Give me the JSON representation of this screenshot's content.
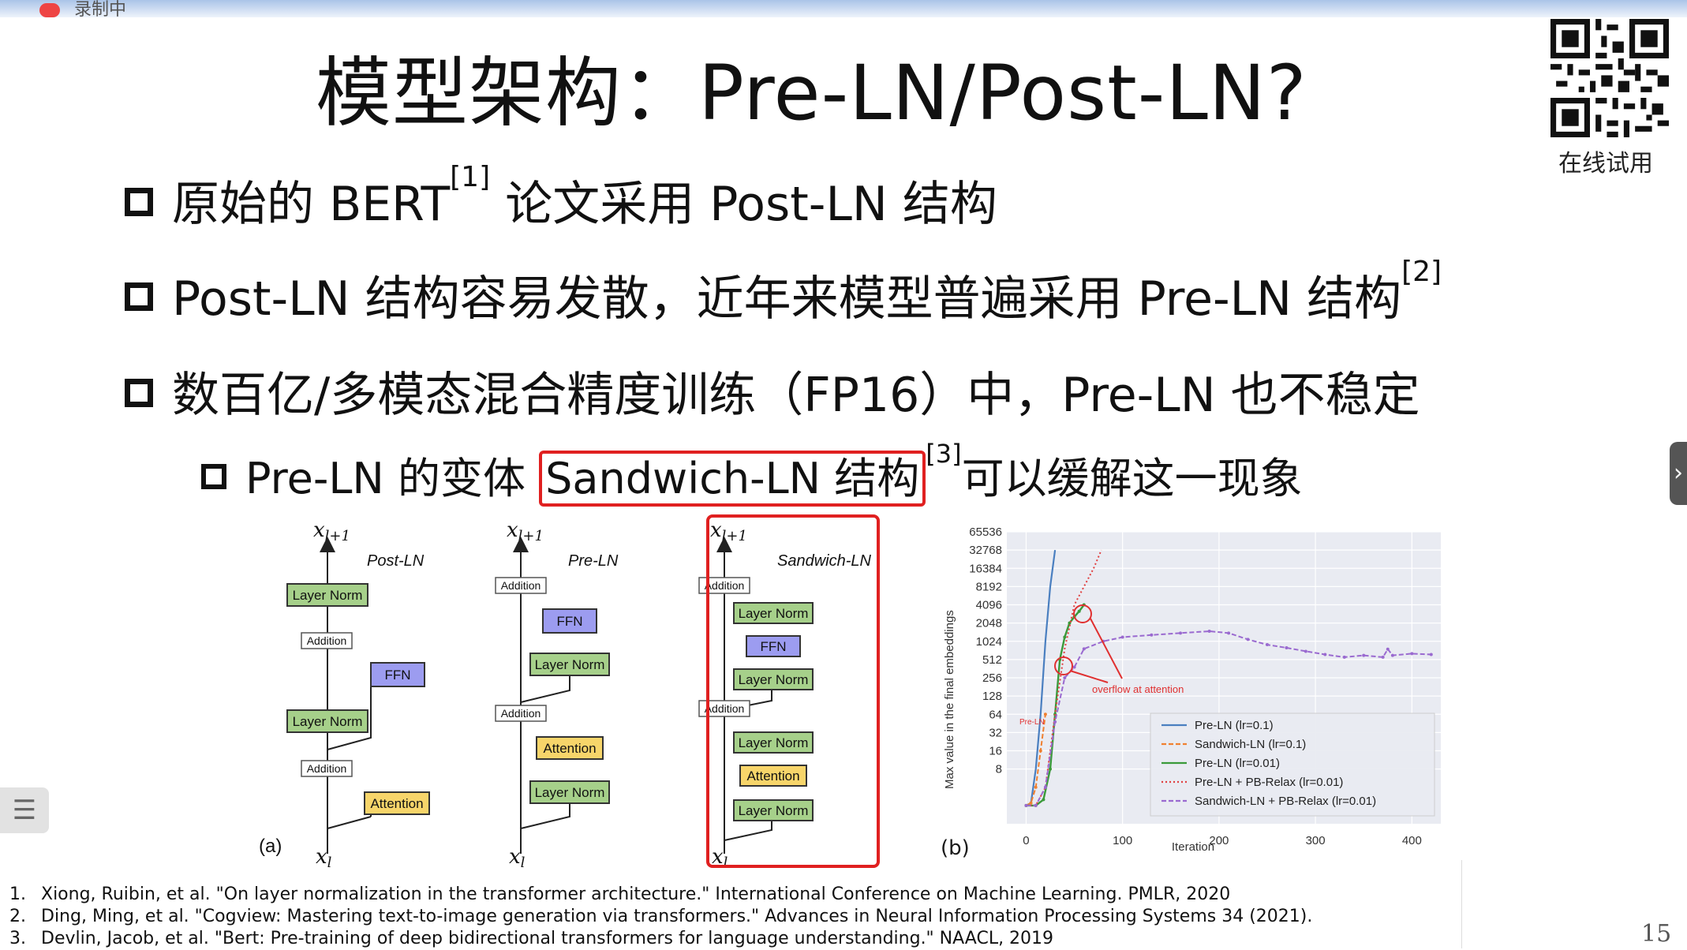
{
  "recording": {
    "label": "录制中"
  },
  "slide": {
    "title": "模型架构：Pre-LN/Post-LN?",
    "qr_caption": "在线试用",
    "page_number": "15",
    "bullets": [
      {
        "a": "原始的 BERT",
        "sup": "[1]",
        "b": " 论文采用 Post-LN 结构"
      },
      {
        "a": "Post-LN 结构容易发散，近年来模型普遍采用 Pre-LN 结构",
        "sup": "[2]"
      },
      {
        "a": "数百亿/多模态混合精度训练（FP16）中，Pre-LN 也不稳定"
      }
    ],
    "sub_bullet": {
      "a": "Pre-LN 的变体 ",
      "highlight": "Sandwich-LN 结构",
      "sup": "[3]",
      "b": "可以缓解这一现象"
    },
    "diagrams": {
      "label_a": "(a)",
      "label_b": "(b)",
      "x_top": "x",
      "x_top_sub": "l+1",
      "x_bottom": "x",
      "x_bottom_sub": "l",
      "post_ln": {
        "name": "Post-LN",
        "layer_norm": "Layer Norm",
        "addition": "Addition",
        "ffn": "FFN",
        "attention": "Attention"
      },
      "pre_ln": {
        "name": "Pre-LN",
        "layer_norm": "Layer Norm",
        "addition": "Addition",
        "ffn": "FFN",
        "attention": "Attention"
      },
      "sandwich_ln": {
        "name": "Sandwich-LN",
        "layer_norm": "Layer Norm",
        "addition": "Addition",
        "ffn": "FFN",
        "attention": "Attention"
      }
    },
    "references": [
      {
        "n": "1.",
        "text": "Xiong, Ruibin, et al. \"On layer normalization in the transformer architecture.\" International Conference on Machine Learning. PMLR, 2020"
      },
      {
        "n": "2.",
        "text": "Ding, Ming, et al. \"Cogview: Mastering text-to-image generation via transformers.\" Advances in Neural Information Processing Systems 34 (2021)."
      },
      {
        "n": "3.",
        "text": "Devlin, Jacob, et al. \"Bert: Pre-training of deep bidirectional transformers for language understanding.\" NAACL, 2019"
      }
    ]
  },
  "chart_data": {
    "type": "line",
    "xlabel": "Iteration",
    "ylabel": "Max value in the final embeddings",
    "xlim": [
      -20,
      430
    ],
    "x_ticks": [
      0,
      100,
      200,
      300,
      400
    ],
    "y_ticks": [
      8,
      16,
      32,
      64,
      128,
      256,
      512,
      1024,
      2048,
      4096,
      8192,
      16384,
      32768,
      65536
    ],
    "y_scale": "log2",
    "ylim": [
      1,
      65536
    ],
    "grid": true,
    "legend_position": "bottom-right",
    "annotation": "overflow at attention",
    "small_label": "Pre-LN",
    "colors": {
      "pre_ln_01": "#4a7fc0",
      "sandwich_01": "#f08030",
      "pre_ln_001": "#3a9a3a",
      "pre_pb": "#e04040",
      "sandwich_pb": "#9a6ad0",
      "background": "#e9ebf2"
    },
    "series": [
      {
        "name": "Pre-LN (lr=0.1)",
        "x": [
          0,
          5,
          10,
          15,
          20,
          25,
          30
        ],
        "y": [
          2,
          2.2,
          8,
          64,
          1024,
          8192,
          32768
        ]
      },
      {
        "name": "Sandwich-LN (lr=0.1)",
        "x": [
          0,
          5,
          10,
          15,
          20
        ],
        "y": [
          2,
          2.2,
          4,
          16,
          64
        ]
      },
      {
        "name": "Pre-LN (lr=0.01)",
        "x": [
          0,
          10,
          18,
          25,
          30,
          35,
          40,
          45,
          50,
          55,
          60
        ],
        "y": [
          2,
          2,
          2.5,
          8,
          64,
          512,
          1200,
          2048,
          2600,
          3200,
          4096
        ]
      },
      {
        "name": "Pre-LN + PB-Relax (lr=0.01)",
        "x": [
          0,
          10,
          20,
          30,
          40,
          50,
          60,
          70,
          78
        ],
        "y": [
          2,
          2,
          4,
          64,
          768,
          4096,
          8192,
          16384,
          32768
        ]
      },
      {
        "name": "Sandwich-LN + PB-Relax (lr=0.01)",
        "x": [
          0,
          10,
          20,
          30,
          40,
          50,
          60,
          80,
          100,
          130,
          160,
          190,
          210,
          230,
          250,
          270,
          290,
          310,
          330,
          350,
          370,
          375,
          380,
          400,
          420
        ],
        "y": [
          2,
          2,
          4,
          48,
          256,
          384,
          768,
          1024,
          1200,
          1300,
          1400,
          1500,
          1400,
          1100,
          900,
          800,
          700,
          620,
          560,
          600,
          560,
          760,
          600,
          640,
          620
        ]
      }
    ]
  }
}
